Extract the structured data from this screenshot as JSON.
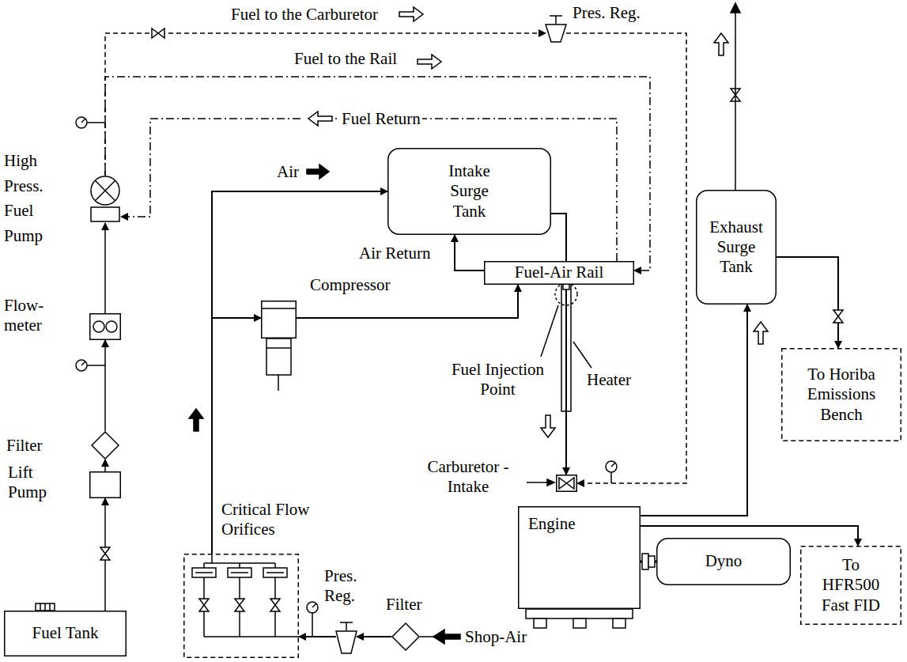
{
  "diagram": {
    "nodes": [
      {
        "text": [
          "High Press. Fuel Pump"
        ]
      },
      {
        "text": [
          "Flow- meter"
        ]
      },
      {
        "text": [
          "Filter"
        ]
      },
      {
        "text": [
          "Lift Pump"
        ]
      },
      {
        "text": [
          "Fuel Tank"
        ]
      },
      {
        "text": [
          "Intake Surge Tank"
        ]
      },
      {
        "text": [
          "Fuel-Air Rail"
        ]
      },
      {
        "text": [
          "Compressor"
        ]
      },
      {
        "text": [
          "Exhaust Surge Tank"
        ]
      },
      {
        "text": [
          "To Horiba Emissions Bench"
        ]
      },
      {
        "text": [
          "Critical Flow Orifices"
        ]
      },
      {
        "text": [
          "Pres. Reg."
        ]
      },
      {
        "text": [
          "Filter"
        ]
      },
      {
        "text": [
          "Engine"
        ]
      },
      {
        "text": [
          "Dyno"
        ]
      },
      {
        "text": [
          "To HFR500 Fast FID"
        ]
      },
      {
        "text": [
          "Carburetor -Intake"
        ]
      },
      {
        "text": [
          "Pres. Reg."
        ]
      }
    ],
    "edges": [
      {
        "from": 4,
        "to": 3,
        "arrow": "to"
      },
      {
        "from": 3,
        "to": 2,
        "arrow": "to"
      },
      {
        "from": 2,
        "to": 1,
        "arrow": "to"
      },
      {
        "from": 1,
        "to": 0,
        "arrow": "to"
      },
      {
        "from": 0,
        "to": 17,
        "arrow": "to",
        "label": "Fuel to the Carburetor"
      },
      {
        "from": 17,
        "to": 16,
        "arrow": "to"
      },
      {
        "from": 0,
        "to": 6,
        "arrow": "to",
        "label": "Fuel to the Rail"
      },
      {
        "from": 6,
        "to": 0,
        "arrow": "to",
        "label": "Fuel Return"
      },
      {
        "from": 12,
        "to": 11,
        "arrow": "to"
      },
      {
        "from": 11,
        "to": 10,
        "arrow": "to"
      },
      {
        "from": 10,
        "to": 5,
        "arrow": "to",
        "label": "Air"
      },
      {
        "from": 10,
        "to": 7,
        "arrow": "to"
      },
      {
        "from": 7,
        "to": 6,
        "arrow": "to"
      },
      {
        "from": 6,
        "to": 5,
        "arrow": "to",
        "label": "Air Return"
      },
      {
        "from": 5,
        "to": 16,
        "arrow": "to"
      },
      {
        "from": 13,
        "to": 8,
        "arrow": "to"
      },
      {
        "from": 8,
        "to": 9,
        "arrow": "to"
      },
      {
        "from": 13,
        "to": 15,
        "arrow": "to"
      },
      {
        "from": 13,
        "to": 14,
        "arrow": "none"
      }
    ],
    "labels": [
      "Fuel Injection Point",
      "Heater",
      "Shop-Air"
    ]
  }
}
